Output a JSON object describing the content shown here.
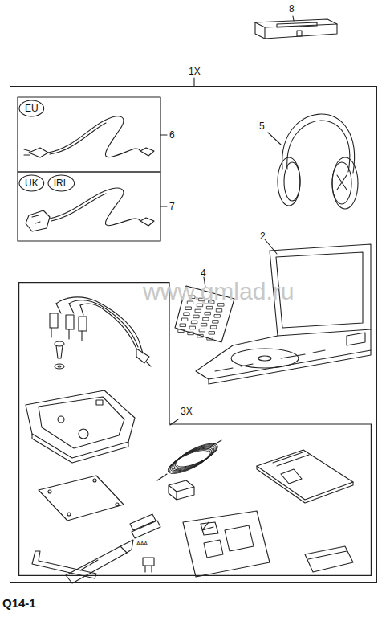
{
  "diagram": {
    "nodes": [
      {
        "text": [
          "1X"
        ]
      },
      {
        "text": [
          "EU"
        ],
        "in": 0
      },
      {
        "text": [
          "UK"
        ],
        "in": 0
      },
      {
        "text": [
          "IRL"
        ],
        "in": 0
      },
      {
        "text": [
          "3X"
        ],
        "in": 0
      }
    ],
    "labels": [
      "8",
      "6",
      "7",
      "5",
      "2",
      "4",
      "AAA",
      "www.gmlad.ru",
      "Q14-1"
    ]
  }
}
